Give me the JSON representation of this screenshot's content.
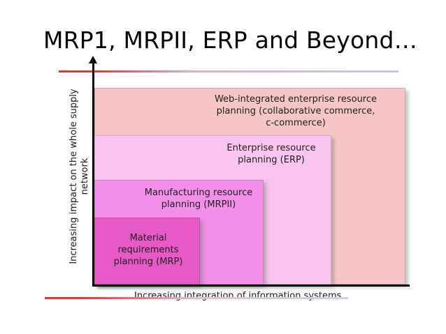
{
  "slide": {
    "title": "MRP1, MRPII, ERP and Beyond…"
  },
  "diagram": {
    "boxes": [
      {
        "id": "web",
        "lines": [
          "Web-integrated enterprise resource",
          "planning (collaborative commerce,",
          "c-commerce)"
        ],
        "color": "#f7c5c5"
      },
      {
        "id": "erp",
        "lines": [
          "Enterprise resource",
          "planning (ERP)"
        ],
        "color": "#f9c4f0"
      },
      {
        "id": "mrp2",
        "lines": [
          "Manufacturing resource",
          "planning (MRPII)"
        ],
        "color": "#f38ee9"
      },
      {
        "id": "mrp",
        "lines": [
          "Material",
          "requirements",
          "planning (MRP)"
        ],
        "color": "#e659c6"
      }
    ],
    "x_axis_label": "Increasing integration of information systems",
    "y_axis_label_lines": [
      "Increasing impact on the whole supply",
      "network"
    ]
  }
}
